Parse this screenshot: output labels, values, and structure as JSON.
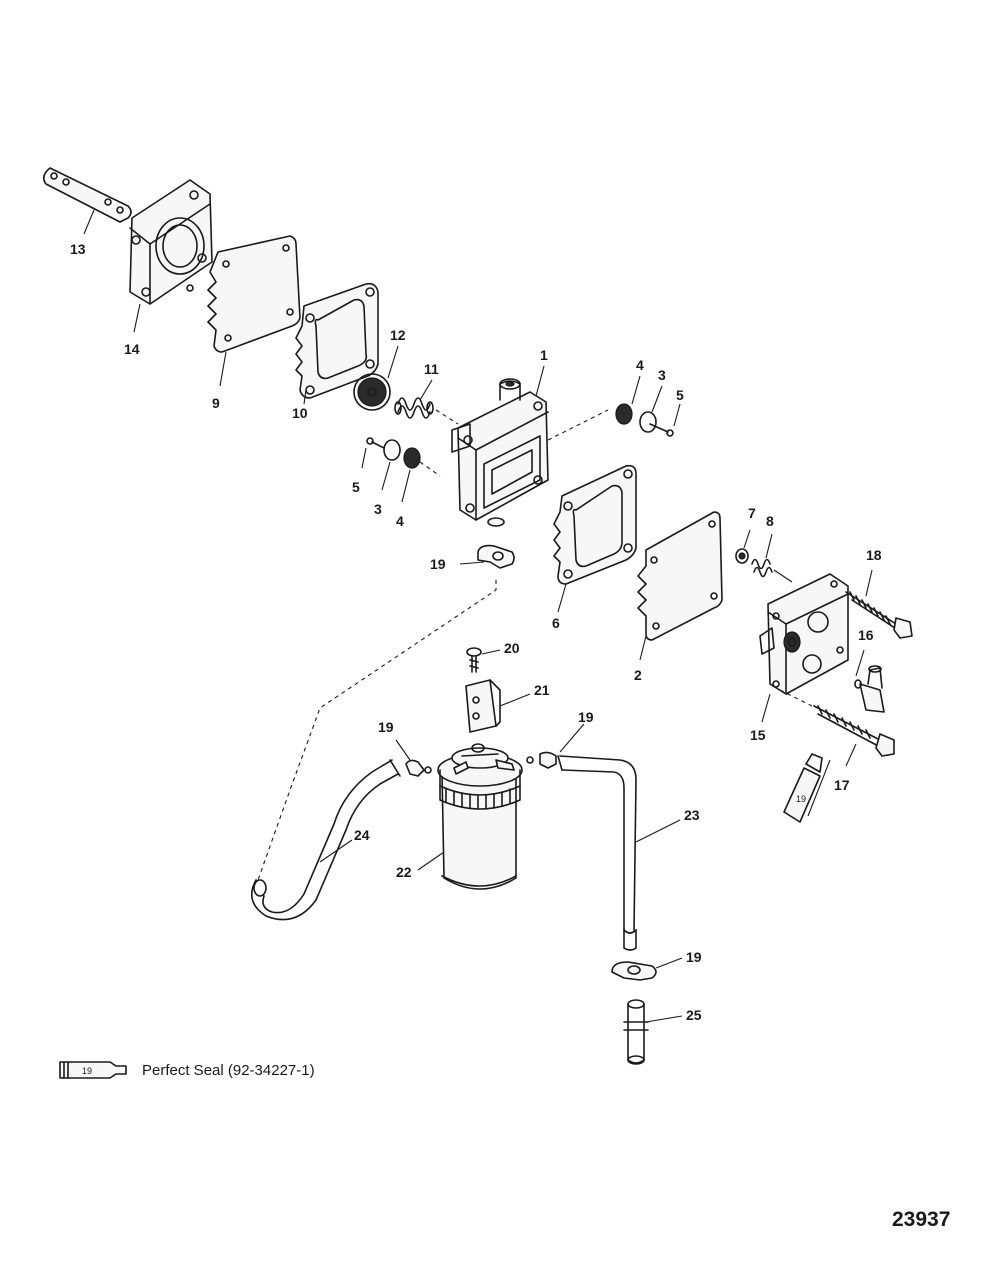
{
  "callouts": {
    "c13": "13",
    "c14": "14",
    "c9": "9",
    "c10": "10",
    "c12": "12",
    "c11": "11",
    "c1": "1",
    "c4a": "4",
    "c3a": "3",
    "c5a": "5",
    "c5b": "5",
    "c3b": "3",
    "c4b": "4",
    "c19a": "19",
    "c6": "6",
    "c7": "7",
    "c8": "8",
    "c18": "18",
    "c2": "2",
    "c16": "16",
    "c15": "15",
    "c17": "17",
    "c20": "20",
    "c21": "21",
    "c19b": "19",
    "c19c": "19",
    "c23": "23",
    "c24": "24",
    "c22": "22",
    "c19d": "19",
    "c25": "25"
  },
  "sealant_tube_label": "19",
  "legend": {
    "tube_label": "19",
    "text": "Perfect Seal (92-34227-1)"
  },
  "figure_number": "23937"
}
